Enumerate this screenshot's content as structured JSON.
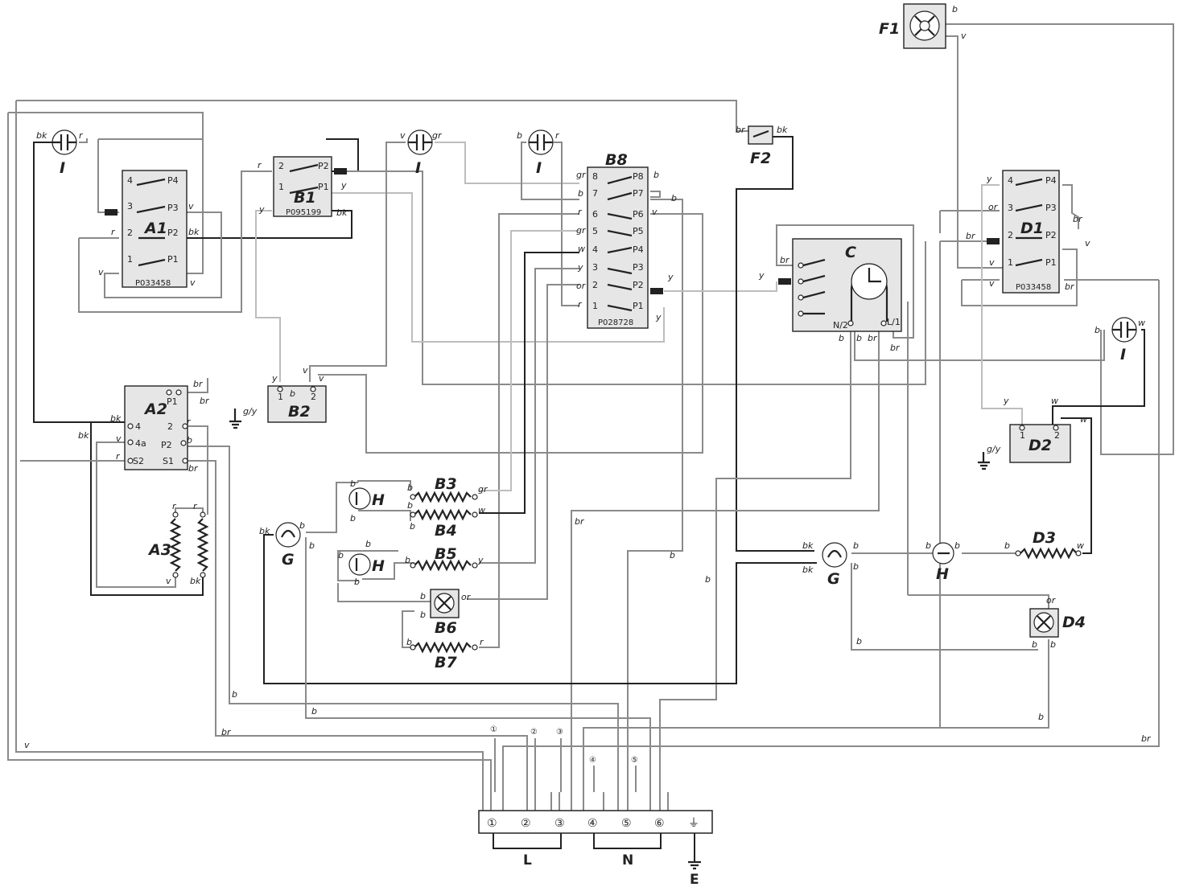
{
  "components": {
    "A1": "A1",
    "A2": "A2",
    "A3": "A3",
    "B1": "B1",
    "B2": "B2",
    "B3": "B3",
    "B4": "B4",
    "B5": "B5",
    "B6": "B6",
    "B7": "B7",
    "B8": "B8",
    "C": "C",
    "D1": "D1",
    "D2": "D2",
    "D3": "D3",
    "D4": "D4",
    "F1": "F1",
    "F2": "F2",
    "G": "G",
    "H": "H",
    "I": "I"
  },
  "part_numbers": {
    "A1": "P033458",
    "B1": "P095199",
    "B8": "P028728",
    "D1": "P033458"
  },
  "pins": {
    "P1": "P1",
    "P2": "P2",
    "P3": "P3",
    "P4": "P4",
    "P5": "P5",
    "P6": "P6",
    "P7": "P7",
    "P8": "P8",
    "n1": "1",
    "n2": "2",
    "n3": "3",
    "n4": "4",
    "n5": "5",
    "n6": "6",
    "n7": "7",
    "n8": "8",
    "n4a": "4a",
    "S1": "S1",
    "S2": "S2",
    "N2": "N/2",
    "L1": "L/1"
  },
  "wire_colors": {
    "b": "b",
    "bk": "bk",
    "br": "br",
    "gr": "gr",
    "gy": "g/y",
    "or": "or",
    "r": "r",
    "v": "v",
    "w": "w",
    "y": "y"
  },
  "terminal_block": {
    "terminals": [
      "①",
      "②",
      "③",
      "④",
      "⑤",
      "⑥",
      "⏚"
    ],
    "groups": [
      "L",
      "N",
      "E"
    ]
  },
  "colors": {
    "wire_dark": "#222222",
    "wire_grey": "#8a8a8a",
    "wire_light": "#bdbdbd",
    "component_fill": "#e6e6e6"
  }
}
